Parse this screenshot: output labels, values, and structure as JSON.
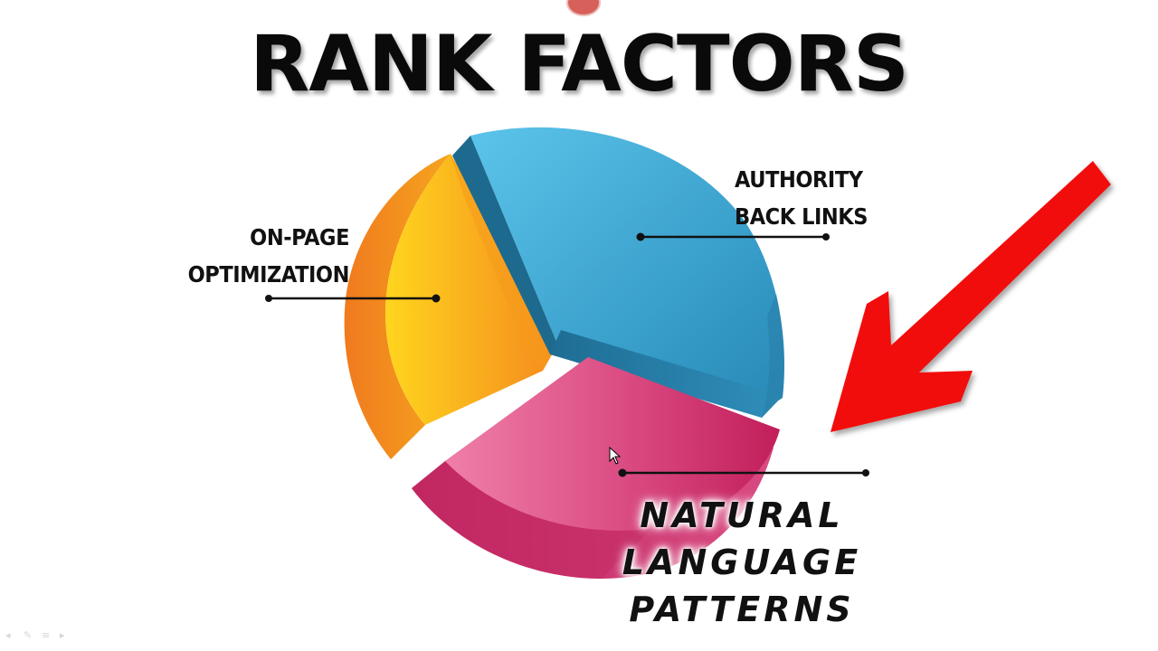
{
  "slide": {
    "title": "RANK FACTORS",
    "labels": {
      "on_page": [
        "ON-PAGE",
        "OPTIMIZATION"
      ],
      "authority": [
        "AUTHORITY",
        "BACK LINKS"
      ],
      "natural": [
        "NATURAL",
        "LANGUAGE",
        "PATTERNS"
      ]
    }
  },
  "colors": {
    "blue": "#3ba3cf",
    "blue_dark": "#1d6a8e",
    "orange": "#f7a21b",
    "orange_dark": "#e86f1f",
    "pink": "#d6457e",
    "pink_dark": "#b8205a",
    "arrow": "#f21010"
  },
  "icons": {
    "arrow": "red-arrow-icon",
    "record": "record-icon",
    "cursor": "mouse-cursor-icon"
  }
}
